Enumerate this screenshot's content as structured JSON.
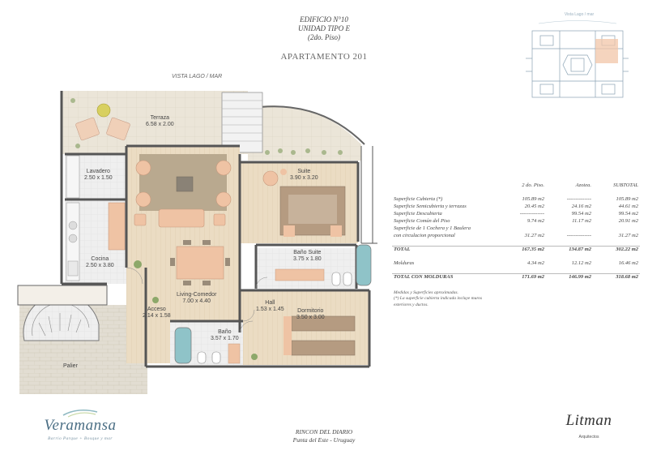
{
  "header": {
    "building": "EDIFICIO N°10",
    "unit_type": "UNIDAD TIPO E",
    "floor": "(2do. Piso)",
    "apartment": "APARTAMENTO 201"
  },
  "key_plan": {
    "view_label": "Vista Lago / mar"
  },
  "plan": {
    "view_label": "VISTA LAGO / MAR",
    "rooms": {
      "terrace": {
        "name": "Terraza",
        "size": "6.58 x 2.00"
      },
      "laundry": {
        "name": "Lavadero",
        "size": "2.50 x 1.50"
      },
      "kitchen": {
        "name": "Cocina",
        "size": "2.50 x 3.80"
      },
      "suite": {
        "name": "Suite",
        "size": "3.90 x 3.20"
      },
      "suite_bath": {
        "name": "Baño Suite",
        "size": "3.75 x 1.80"
      },
      "living": {
        "name": "Living-Comedor",
        "size": "7.00 x 4.40"
      },
      "entry": {
        "name": "Acceso",
        "size": "2.14 x 1.58"
      },
      "hall": {
        "name": "Hall",
        "size": "1.53 x 1.45"
      },
      "bedroom": {
        "name": "Dormitorio",
        "size": "3.50 x 3.00"
      },
      "bath": {
        "name": "Baño",
        "size": "3.57 x 1.70"
      },
      "landing": {
        "name": "Palier",
        "size": ""
      }
    }
  },
  "area_table": {
    "columns": [
      "2 do. Piso.",
      "Azotea.",
      "SUBTOTAL"
    ],
    "rows": [
      {
        "label": "Superficie Cubierta (*)",
        "v": [
          "105.89 m2",
          "--------------",
          "105.89 m2"
        ]
      },
      {
        "label": "Superficie Semicubierta y terrazas",
        "v": [
          "20.45 m2",
          "24.16 m2",
          "44.61 m2"
        ]
      },
      {
        "label": "Superficie Descubierta",
        "v": [
          "--------------",
          "99.54 m2",
          "99.54 m2"
        ]
      },
      {
        "label": "Superficie Común del Piso",
        "v": [
          "9.74 m2",
          "11.17 m2",
          "20.91 m2"
        ]
      },
      {
        "label": "Superficie de 1 Cochera y 1 Baulera",
        "v": [
          "",
          "",
          ""
        ]
      },
      {
        "label": "con circulacion proporcional",
        "v": [
          "31.27 m2",
          "--------------",
          "31.27 m2"
        ]
      }
    ],
    "total": {
      "label": "TOTAL",
      "v": [
        "167.35 m2",
        "134.87 m2",
        "302.22 m2"
      ]
    },
    "moldings": {
      "label": "Molduras",
      "v": [
        "4.34 m2",
        "12.12 m2",
        "16.46 m2"
      ]
    },
    "total_moldings": {
      "label": "TOTAL CON MOLDURAS",
      "v": [
        "171.69 m2",
        "146.99 m2",
        "318.68 m2"
      ]
    },
    "notes": [
      "Medidas y Superficies aproximadas.",
      "(*) La superficie cubierta indicada incluye muros",
      "exteriores y ductos."
    ]
  },
  "footer": {
    "brand": "Veramansa",
    "tagline": "Barrio Parque + Bosque y mar",
    "location_line1": "RINCON DEL DIARIO",
    "location_line2": "Punta del Este - Uruguay",
    "architect_logo": "Litman",
    "architect_sub": "Arquitectos"
  },
  "colors": {
    "wall": "#555555",
    "floor_wood": "#e9d9bf",
    "floor_tile": "#eeeeee",
    "terrace_tile": "#e8e2d6",
    "rug": "#b8a890",
    "furniture": "#efc3a4",
    "brand": "#4a6e84",
    "water": "#8fc3c8"
  }
}
